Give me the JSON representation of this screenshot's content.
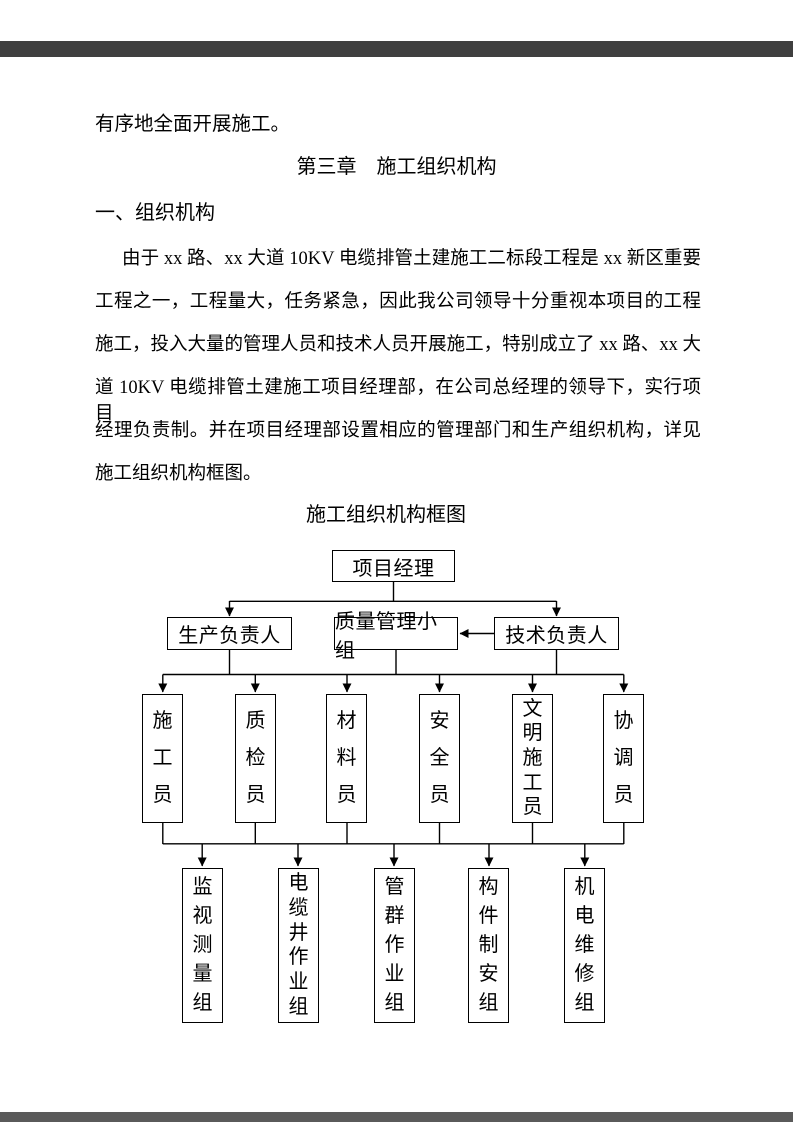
{
  "document": {
    "intro_line": "有序地全面开展施工。",
    "chapter_heading": "第三章　施工组织机构",
    "section_heading": "一、组织机构",
    "paragraph_lines": [
      "由于 xx 路、xx 大道 10KV 电缆排管土建施工二标段工程是 xx 新区重要",
      "工程之一，工程量大，任务紧急，因此我公司领导十分重视本项目的工程",
      "施工，投入大量的管理人员和技术人员开展施工，特别成立了 xx 路、xx 大",
      "道 10KV 电缆排管土建施工项目经理部，在公司总经理的领导下，实行项目",
      "经理负责制。并在项目经理部设置相应的管理部门和生产组织机构，详见",
      "施工组织机构框图。"
    ],
    "diagram_caption": "施工组织机构框图"
  },
  "chart_data": {
    "type": "diagram",
    "diagram_type": "org-chart",
    "title": "施工组织机构框图",
    "nodes": {
      "root": "项目经理",
      "level2": [
        "生产负责人",
        "质量管理小组",
        "技术负责人"
      ],
      "level3": [
        "施工员",
        "质检员",
        "材料员",
        "安全员",
        "文明施工员",
        "协调员"
      ],
      "level4": [
        "监视测量组",
        "电缆井作业组",
        "管群作业组",
        "构件制安组",
        "机电维修组"
      ]
    },
    "edges": [
      {
        "from": "项目经理",
        "to": "生产负责人",
        "style": "arrow"
      },
      {
        "from": "项目经理",
        "to": "技术负责人",
        "style": "arrow"
      },
      {
        "from": "技术负责人",
        "to": "质量管理小组",
        "style": "arrow"
      },
      {
        "from": "生产负责人、质量管理小组、技术负责人",
        "to": "施工员、质检员、材料员、安全员、文明施工员、协调员",
        "style": "shared-bus-arrows"
      },
      {
        "from": "施工员、质检员、材料员、安全员、文明施工员、协调员",
        "to": "监视测量组、电缆井作业组、管群作业组、构件制安组、机电维修组",
        "style": "shared-bus-arrows"
      }
    ]
  }
}
